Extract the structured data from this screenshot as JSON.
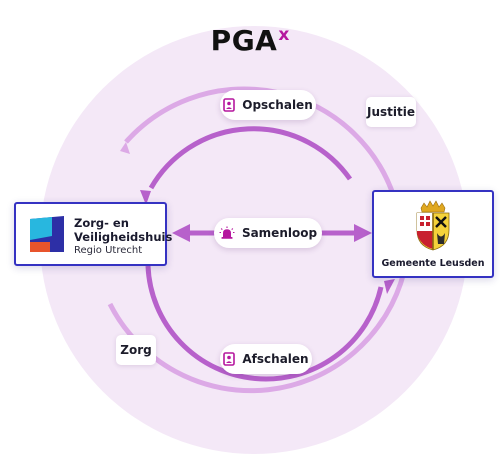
{
  "brand": {
    "name": "PGA",
    "superscript": "x"
  },
  "labels": {
    "top_pill": "Opschalen",
    "middle_pill": "Samenloop",
    "bottom_pill": "Afschalen",
    "right_tag": "Justitie",
    "left_tag": "Zorg"
  },
  "left_org": {
    "name_line1": "Zorg- en",
    "name_line2": "Veiligheidshuis",
    "region": "Regio Utrecht"
  },
  "right_org": {
    "name": "Gemeente Leusden"
  },
  "icons": {
    "top_pill": "person-document-icon",
    "middle_pill": "alarm-bell-icon",
    "bottom_pill": "person-document-icon"
  },
  "colors": {
    "background_circle": "#f4e8f7",
    "outer_ring": "#dca9e6",
    "inner_ring": "#b761cb",
    "accent": "#b5179e",
    "card_border": "#3532c2"
  }
}
